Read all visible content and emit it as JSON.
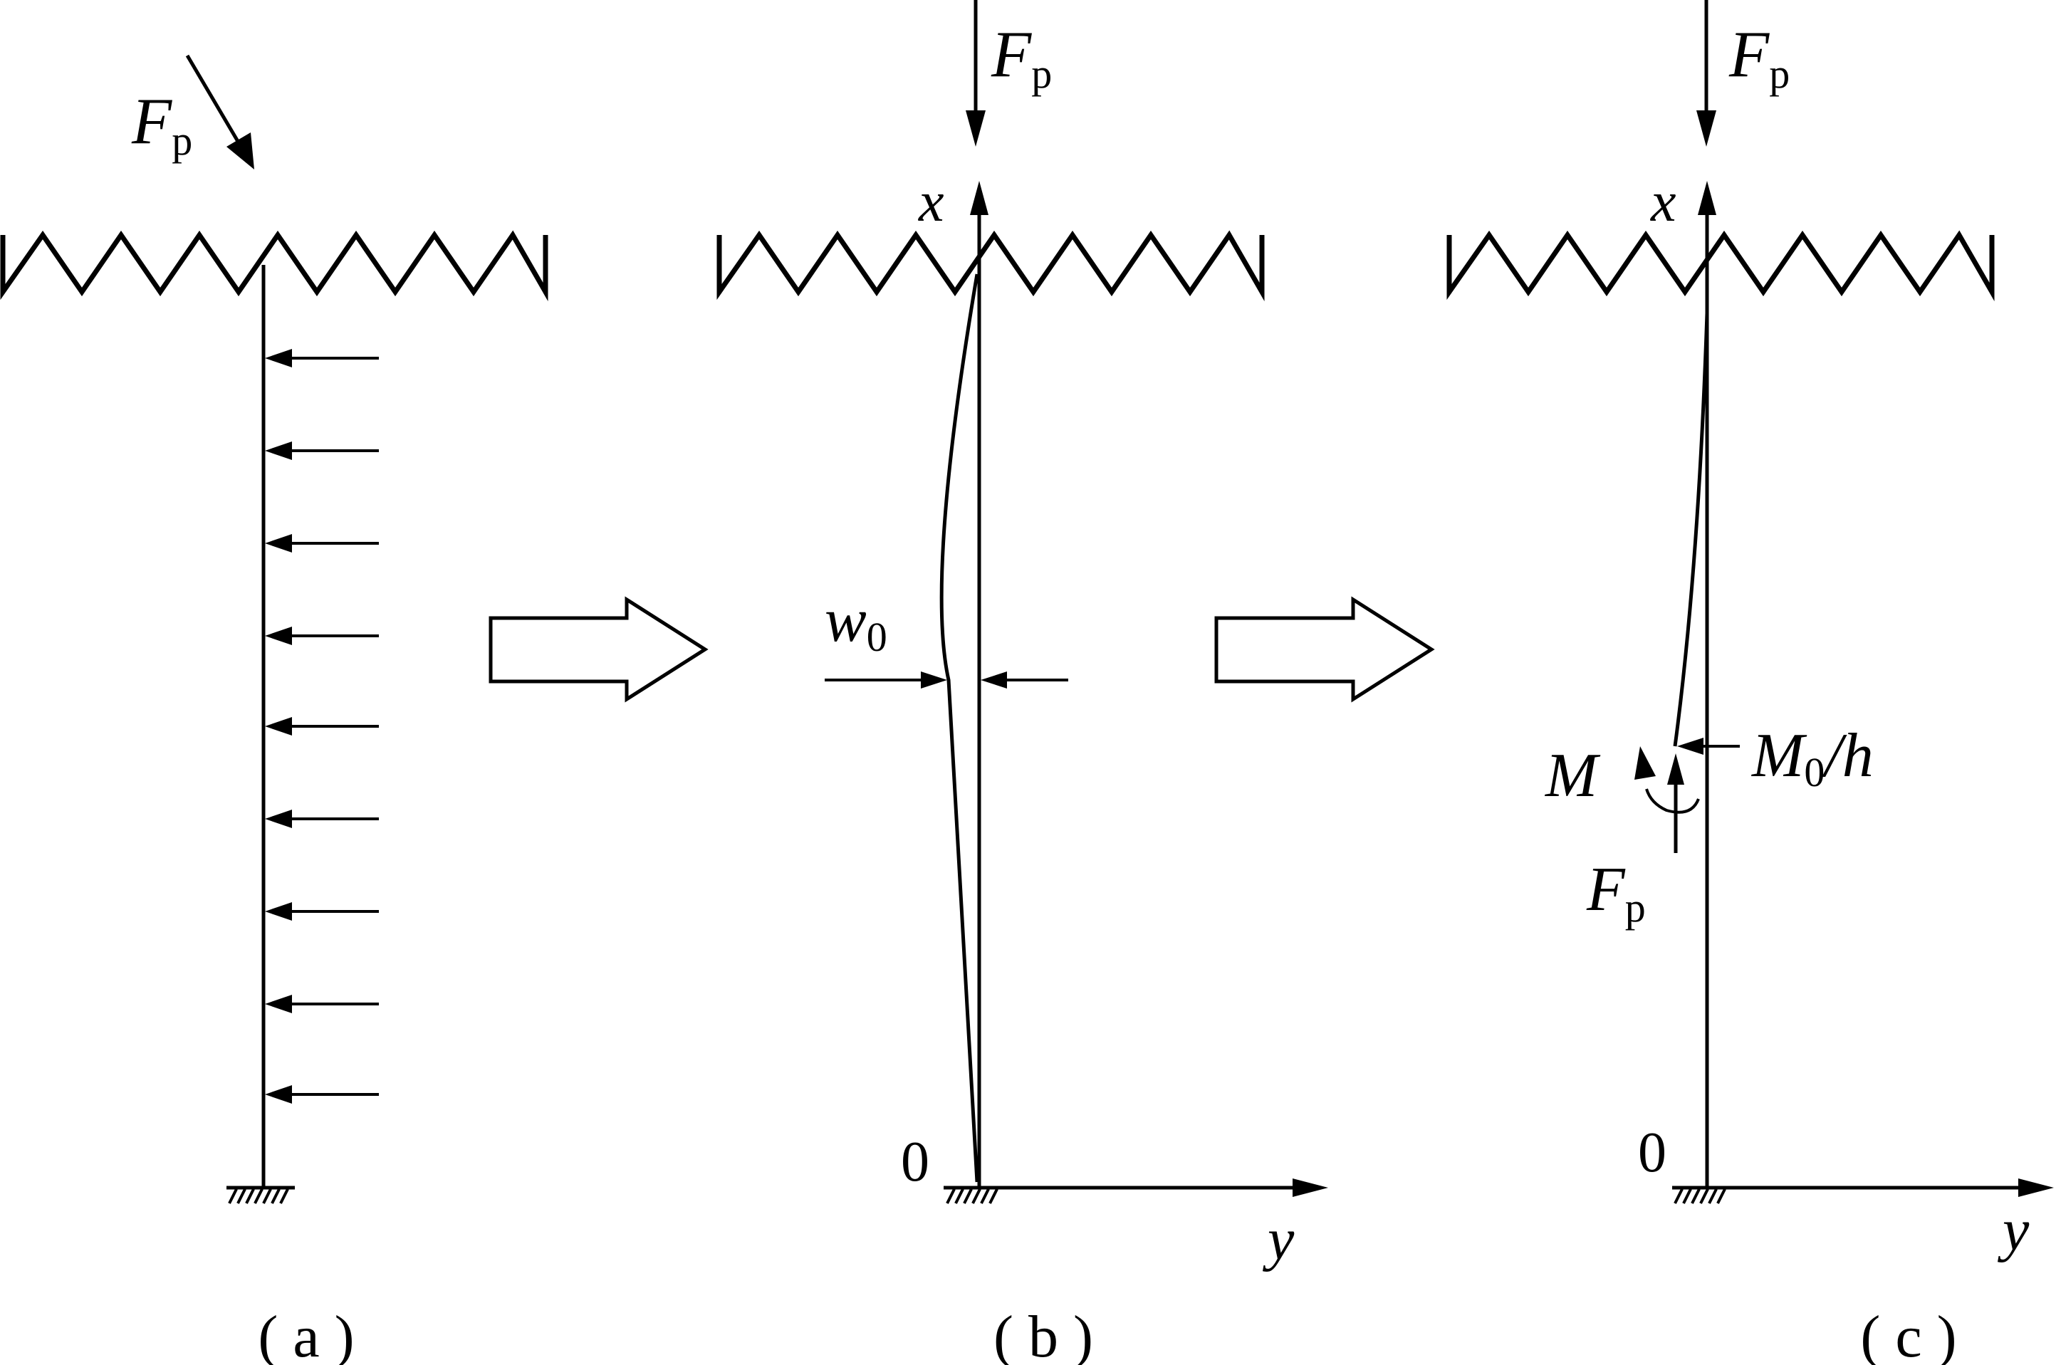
{
  "panels": {
    "a": {
      "caption": "( a )",
      "load_label": {
        "main": "F",
        "sub": "p"
      }
    },
    "b": {
      "caption": "( b )",
      "load_label": {
        "main": "F",
        "sub": "p"
      },
      "x_axis": "x",
      "y_axis": "y",
      "origin": "0",
      "imperfection": {
        "main": "w",
        "sub": "0"
      }
    },
    "c": {
      "caption": "( c )",
      "load_label": {
        "main": "F",
        "sub": "p"
      },
      "x_axis": "x",
      "y_axis": "y",
      "origin": "0",
      "moment_label": "M",
      "shear_label": {
        "main": "M",
        "sub": "0",
        "tail": "/h"
      },
      "axial_label": {
        "main": "F",
        "sub": "p"
      }
    }
  }
}
